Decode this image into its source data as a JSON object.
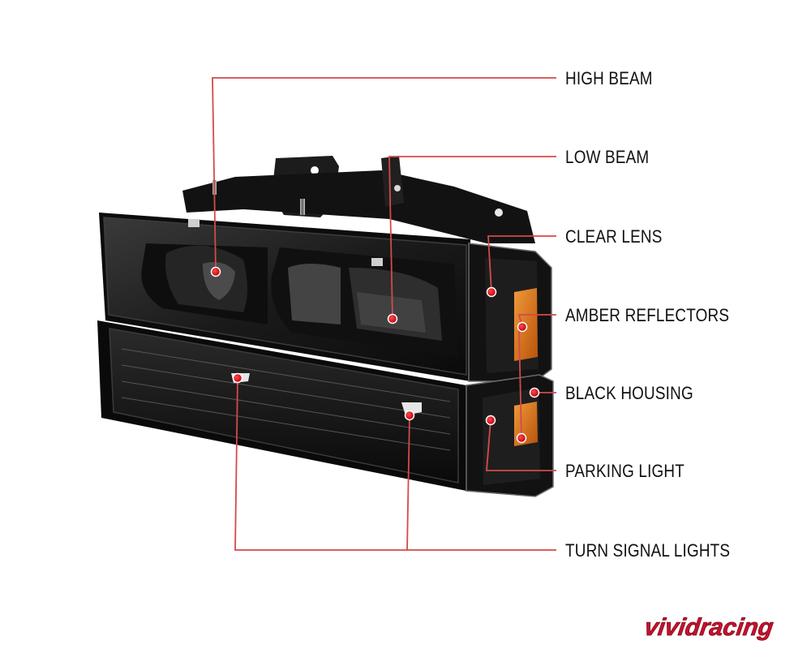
{
  "product": {
    "description_icon": "headlight-assembly-illustration"
  },
  "callouts": [
    {
      "id": "high-beam",
      "label": "HIGH BEAM"
    },
    {
      "id": "low-beam",
      "label": "LOW BEAM"
    },
    {
      "id": "clear-lens",
      "label": "CLEAR LENS"
    },
    {
      "id": "amber-reflectors",
      "label": "AMBER REFLECTORS"
    },
    {
      "id": "black-housing",
      "label": "BLACK HOUSING"
    },
    {
      "id": "parking-light",
      "label": "PARKING LIGHT"
    },
    {
      "id": "turn-signal-lights",
      "label": "TURN SIGNAL LIGHTS"
    }
  ],
  "brand": {
    "logo_text": "vividracing",
    "logo_color": "#c8102e"
  },
  "colors": {
    "leader_line": "#d44a4a",
    "marker": "#e01020",
    "housing": "#141414",
    "amber": "#d9750f"
  }
}
